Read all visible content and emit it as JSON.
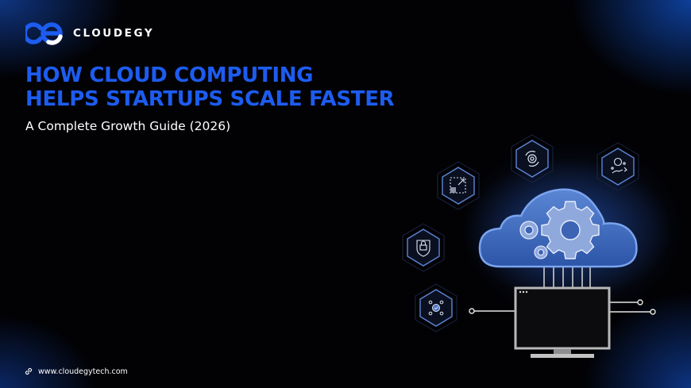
{
  "brand": {
    "name": "CLOUDEGY",
    "logo_icon": "ce-monogram-icon",
    "accent_color": "#1d5cf0"
  },
  "headline": {
    "line1": "HOW CLOUD COMPUTING",
    "line2": "HELPS STARTUPS SCALE FASTER",
    "color": "#1d5cf0"
  },
  "subtitle": "A Complete Growth Guide (2026)",
  "footer": {
    "icon": "link-icon",
    "url_text": "www.cloudegytech.com"
  },
  "illustration": {
    "central": "cloud-with-gears-icon",
    "device": "monitor-icon",
    "hex_badges": [
      {
        "icon": "scale-expand-icon"
      },
      {
        "icon": "gear-refresh-icon"
      },
      {
        "icon": "cost-savings-icon"
      },
      {
        "icon": "security-lock-icon"
      },
      {
        "icon": "team-collaboration-icon"
      }
    ]
  }
}
